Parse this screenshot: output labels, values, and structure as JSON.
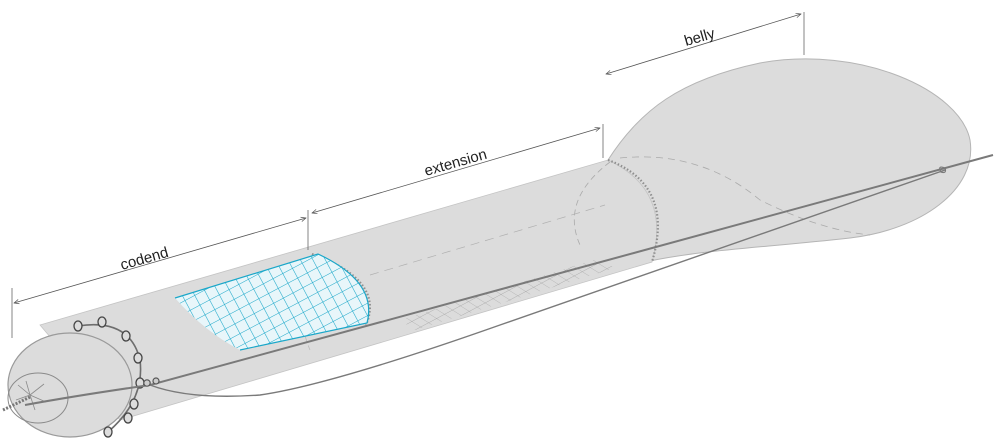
{
  "labels": {
    "codend": "codend",
    "extension": "extension",
    "belly": "belly"
  },
  "colors": {
    "net_fill": "#dcdcdc",
    "net_edge": "#b5b5b5",
    "mesh_highlight": "#1aa7c9",
    "rope": "#7a7a7a",
    "dimension_line": "#555555",
    "text": "#222222"
  }
}
